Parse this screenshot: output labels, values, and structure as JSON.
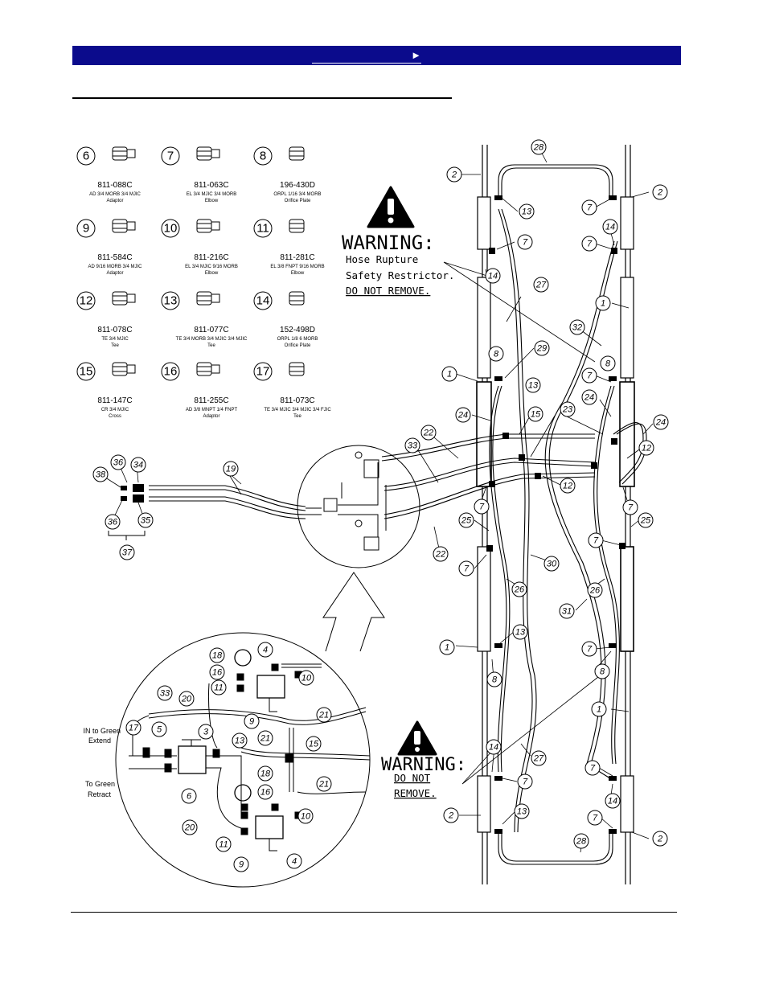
{
  "header": {
    "nav_arrow": "►"
  },
  "parts": [
    {
      "num": "6",
      "part": "811-088C",
      "desc1": "AD 3/4 MORB 3/4 MJIC",
      "desc2": "Adaptor"
    },
    {
      "num": "7",
      "part": "811-063C",
      "desc1": "EL 3/4 MJIC 3/4 MORB",
      "desc2": "Elbow"
    },
    {
      "num": "8",
      "part": "196-430D",
      "desc1": "ORPL 1/16 3/4 MORB",
      "desc2": "Orifice Plate"
    },
    {
      "num": "9",
      "part": "811-584C",
      "desc1": "AD 9/16 MORB 3/4 MJIC",
      "desc2": "Adaptor"
    },
    {
      "num": "10",
      "part": "811-216C",
      "desc1": "EL 3/4 MJIC 9/16 MORB",
      "desc2": "Elbow"
    },
    {
      "num": "11",
      "part": "811-281C",
      "desc1": "EL 3/8 FNPT 9/16 MORB",
      "desc2": "Elbow"
    },
    {
      "num": "12",
      "part": "811-078C",
      "desc1": "TE 3/4 MJIC",
      "desc2": "Tee"
    },
    {
      "num": "13",
      "part": "811-077C",
      "desc1": "TE 3/4 MORB 3/4 MJIC 3/4 MJIC",
      "desc2": "Tee"
    },
    {
      "num": "14",
      "part": "152-498D",
      "desc1": "ORPL 1/8 6 MORB",
      "desc2": "Orifice Plate"
    },
    {
      "num": "15",
      "part": "811-147C",
      "desc1": "CR 3/4 MJIC",
      "desc2": "Cross"
    },
    {
      "num": "16",
      "part": "811-255C",
      "desc1": "AD 3/8 MNPT 1/4 FNPT",
      "desc2": "Adaptor"
    },
    {
      "num": "17",
      "part": "811-073C",
      "desc1": "TE 3/4 MJIC 3/4 MJIC 3/4 FJIC",
      "desc2": "Tee"
    }
  ],
  "warning1": {
    "title": "WARNING:",
    "line1": "Hose Rupture",
    "line2": "Safety Restrictor.",
    "line3": "DO NOT REMOVE."
  },
  "warning2": {
    "title": "WARNING:",
    "line1": "DO NOT",
    "line2": "REMOVE."
  },
  "detail_labels": {
    "in_line1": "IN to Green",
    "in_line2": "Extend",
    "out_line1": "To Green",
    "out_line2": "Retract"
  },
  "callouts": [
    "1",
    "2",
    "3",
    "4",
    "5",
    "6",
    "7",
    "8",
    "9",
    "10",
    "11",
    "12",
    "13",
    "14",
    "15",
    "16",
    "17",
    "18",
    "19",
    "20",
    "21",
    "22",
    "23",
    "24",
    "25",
    "26",
    "27",
    "28",
    "29",
    "30",
    "31",
    "32",
    "33",
    "34",
    "35",
    "36",
    "37",
    "38"
  ]
}
